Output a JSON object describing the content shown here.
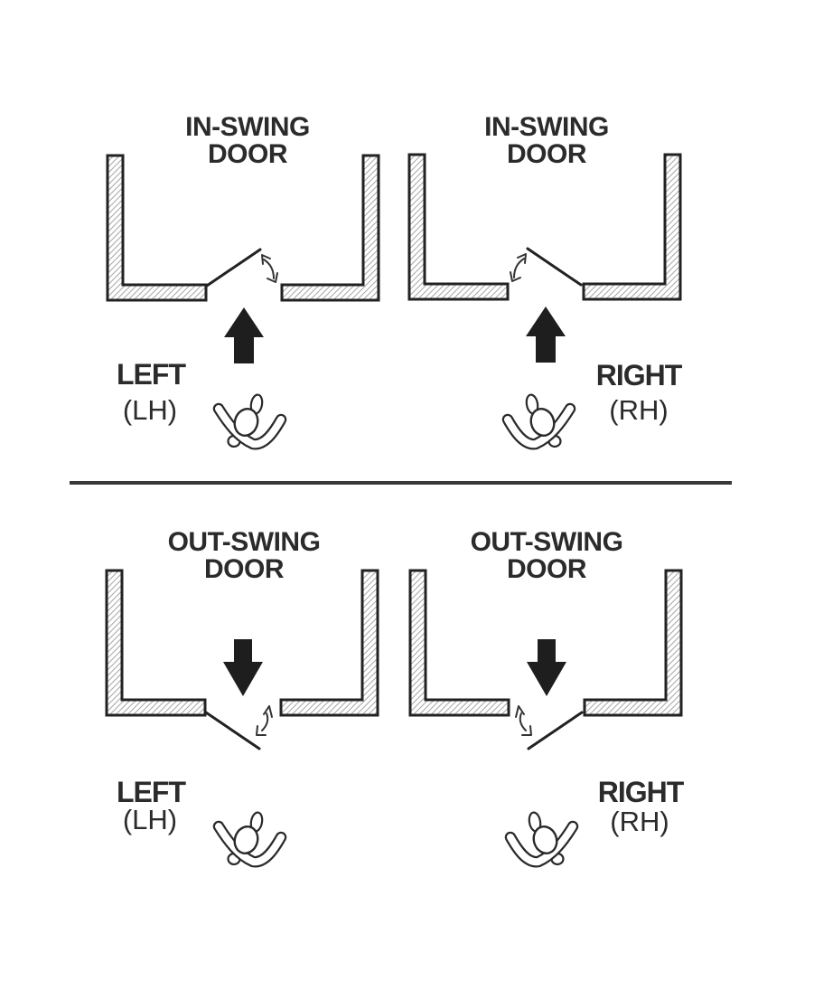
{
  "figure_title": "",
  "panels": {
    "in_left": {
      "title_line1": "IN-SWING",
      "title_line2": "DOOR",
      "hand_label": "LEFT",
      "hand_abbr": "(LH)"
    },
    "in_right": {
      "title_line1": "IN-SWING",
      "title_line2": "DOOR",
      "hand_label": "RIGHT",
      "hand_abbr": "(RH)"
    },
    "out_left": {
      "title_line1": "OUT-SWING",
      "title_line2": "DOOR",
      "hand_label": "LEFT",
      "hand_abbr": "(LH)"
    },
    "out_right": {
      "title_line1": "OUT-SWING",
      "title_line2": "DOOR",
      "hand_label": "RIGHT",
      "hand_abbr": "(RH)"
    }
  },
  "icons": {
    "person": "person-top-view-icon",
    "in_direction": "up-arrow-icon",
    "out_direction": "down-arrow-icon",
    "swing": "door-swing-double-arrow-icon",
    "walls": "wall-plan-icon",
    "door": "door-leaf-icon"
  },
  "colors": {
    "background": "#ffffff",
    "ink": "#222222",
    "text": "#2b2b2b",
    "arrow_fill": "#1e1e1e",
    "hatch": "#a8a8a8",
    "divider": "#383838"
  }
}
